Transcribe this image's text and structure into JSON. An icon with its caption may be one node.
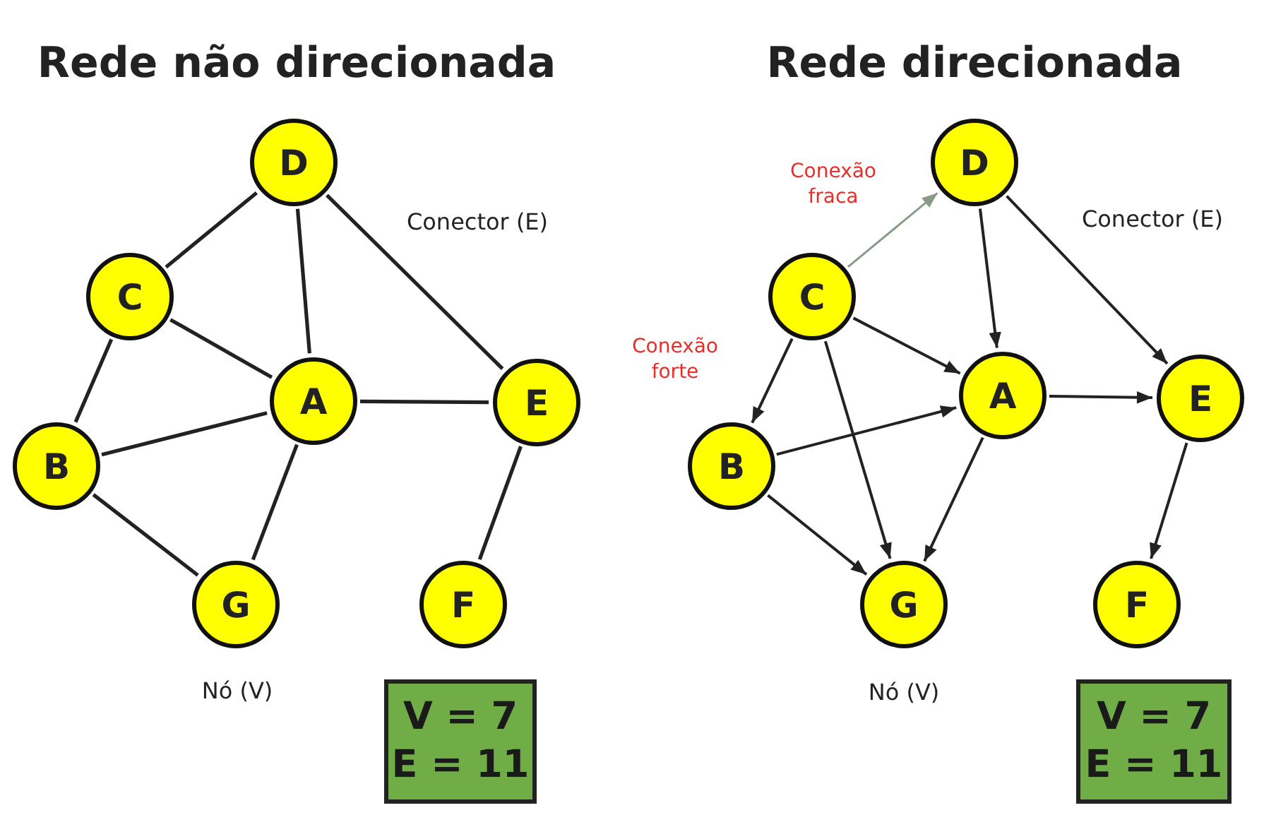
{
  "diagram": {
    "nodes": [
      {
        "text": [
          "D"
        ]
      },
      {
        "text": [
          "C"
        ]
      },
      {
        "text": [
          "A"
        ]
      },
      {
        "text": [
          "E"
        ]
      },
      {
        "text": [
          "B"
        ]
      },
      {
        "text": [
          "G"
        ]
      },
      {
        "text": [
          "F"
        ]
      },
      {
        "text": [
          "V = 7",
          "E = 11"
        ]
      },
      {
        "text": [
          "D"
        ]
      },
      {
        "text": [
          "C"
        ]
      },
      {
        "text": [
          "A"
        ]
      },
      {
        "text": [
          "E"
        ]
      },
      {
        "text": [
          "B"
        ]
      },
      {
        "text": [
          "G"
        ]
      },
      {
        "text": [
          "F"
        ]
      },
      {
        "text": [
          "V = 7",
          "E = 11"
        ]
      }
    ],
    "edges": [
      {
        "from": 1,
        "to": 0,
        "arrow": "none"
      },
      {
        "from": 0,
        "to": 2,
        "arrow": "none"
      },
      {
        "from": 0,
        "to": 3,
        "arrow": "none"
      },
      {
        "from": 1,
        "to": 2,
        "arrow": "none"
      },
      {
        "from": 1,
        "to": 4,
        "arrow": "none"
      },
      {
        "from": 4,
        "to": 2,
        "arrow": "none"
      },
      {
        "from": 2,
        "to": 3,
        "arrow": "none"
      },
      {
        "from": 4,
        "to": 5,
        "arrow": "none"
      },
      {
        "from": 2,
        "to": 5,
        "arrow": "none"
      },
      {
        "from": 3,
        "to": 6,
        "arrow": "none"
      },
      {
        "from": 9,
        "to": 8,
        "arrow": "to",
        "color": "#8a9a8a"
      },
      {
        "from": 8,
        "to": 10,
        "arrow": "to"
      },
      {
        "from": 8,
        "to": 11,
        "arrow": "to"
      },
      {
        "from": 9,
        "to": 10,
        "arrow": "to"
      },
      {
        "from": 9,
        "to": 12,
        "arrow": "to"
      },
      {
        "from": 9,
        "to": 13,
        "arrow": "to"
      },
      {
        "from": 12,
        "to": 10,
        "arrow": "to"
      },
      {
        "from": 10,
        "to": 11,
        "arrow": "to"
      },
      {
        "from": 12,
        "to": 13,
        "arrow": "to"
      },
      {
        "from": 10,
        "to": 13,
        "arrow": "to"
      },
      {
        "from": 11,
        "to": 14,
        "arrow": "to"
      }
    ],
    "labels": [
      "Rede não direcionada",
      "Rede direcionada",
      "Conector (E)",
      "Nó (V)",
      "Conexão fraca",
      "Conexão forte",
      "Conector (E)",
      "Nó (V)"
    ]
  }
}
